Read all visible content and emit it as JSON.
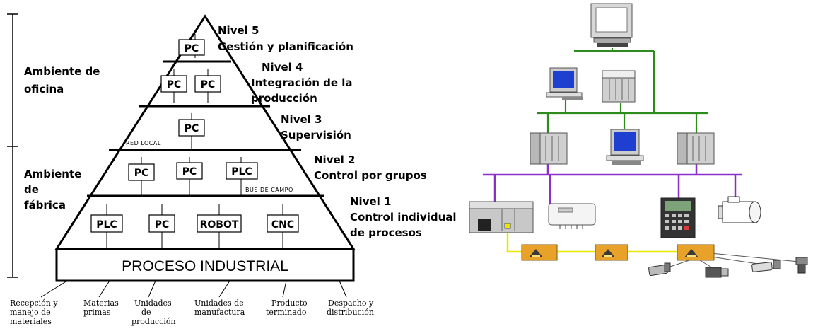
{
  "pyramid": {
    "levels": [
      {
        "title": "Nivel 5",
        "subtitle": [
          "Gestión y planificación"
        ]
      },
      {
        "title": "Nivel 4",
        "subtitle": [
          "Integración de la",
          "producción"
        ]
      },
      {
        "title": "Nivel 3",
        "subtitle": [
          "Supervisión"
        ]
      },
      {
        "title": "Nivel 2",
        "subtitle": [
          "Control por grupos"
        ]
      },
      {
        "title": "Nivel 1",
        "subtitle": [
          "Control individual",
          "de procesos"
        ]
      }
    ],
    "ambient_office": [
      "Ambiente de",
      "oficina"
    ],
    "ambient_factory": [
      "Ambiente",
      "de",
      "fábrica"
    ],
    "boxes": {
      "l5": [
        "PC"
      ],
      "l4": [
        "PC",
        "PC"
      ],
      "l3": [
        "PC"
      ],
      "l2": [
        "PC",
        "PC",
        "PLC"
      ],
      "l1": [
        "PLC",
        "PC",
        "ROBOT",
        "CNC"
      ]
    },
    "red_local": "RED LOCAL",
    "bus_campo": "BUS DE CAMPO",
    "base_label": "PROCESO INDUSTRIAL",
    "bottom_labels": [
      [
        "Recepción y",
        "manejo de",
        "materiales"
      ],
      [
        "Materias",
        "primas"
      ],
      [
        "Unidades",
        "de",
        "producción"
      ],
      [
        "Unidades de",
        "manufactura"
      ],
      [
        "Producto",
        "terminado"
      ],
      [
        "Despacho y",
        "distribución"
      ]
    ]
  },
  "network": {
    "colors": {
      "green": "#2e8b1e",
      "purple": "#8b2fc9",
      "yellow": "#e6e600",
      "screen": "#1f3fd0"
    },
    "devices": [
      "mainframe-terminal",
      "desktop-pc",
      "plc-rack",
      "plc-rack",
      "desktop-pc",
      "plc-rack",
      "plc-controller",
      "io-module",
      "operator-panel",
      "servo-motor",
      "field-bus-node",
      "field-bus-node",
      "field-bus-node",
      "sensor",
      "sensor",
      "sensor",
      "sensor"
    ]
  }
}
